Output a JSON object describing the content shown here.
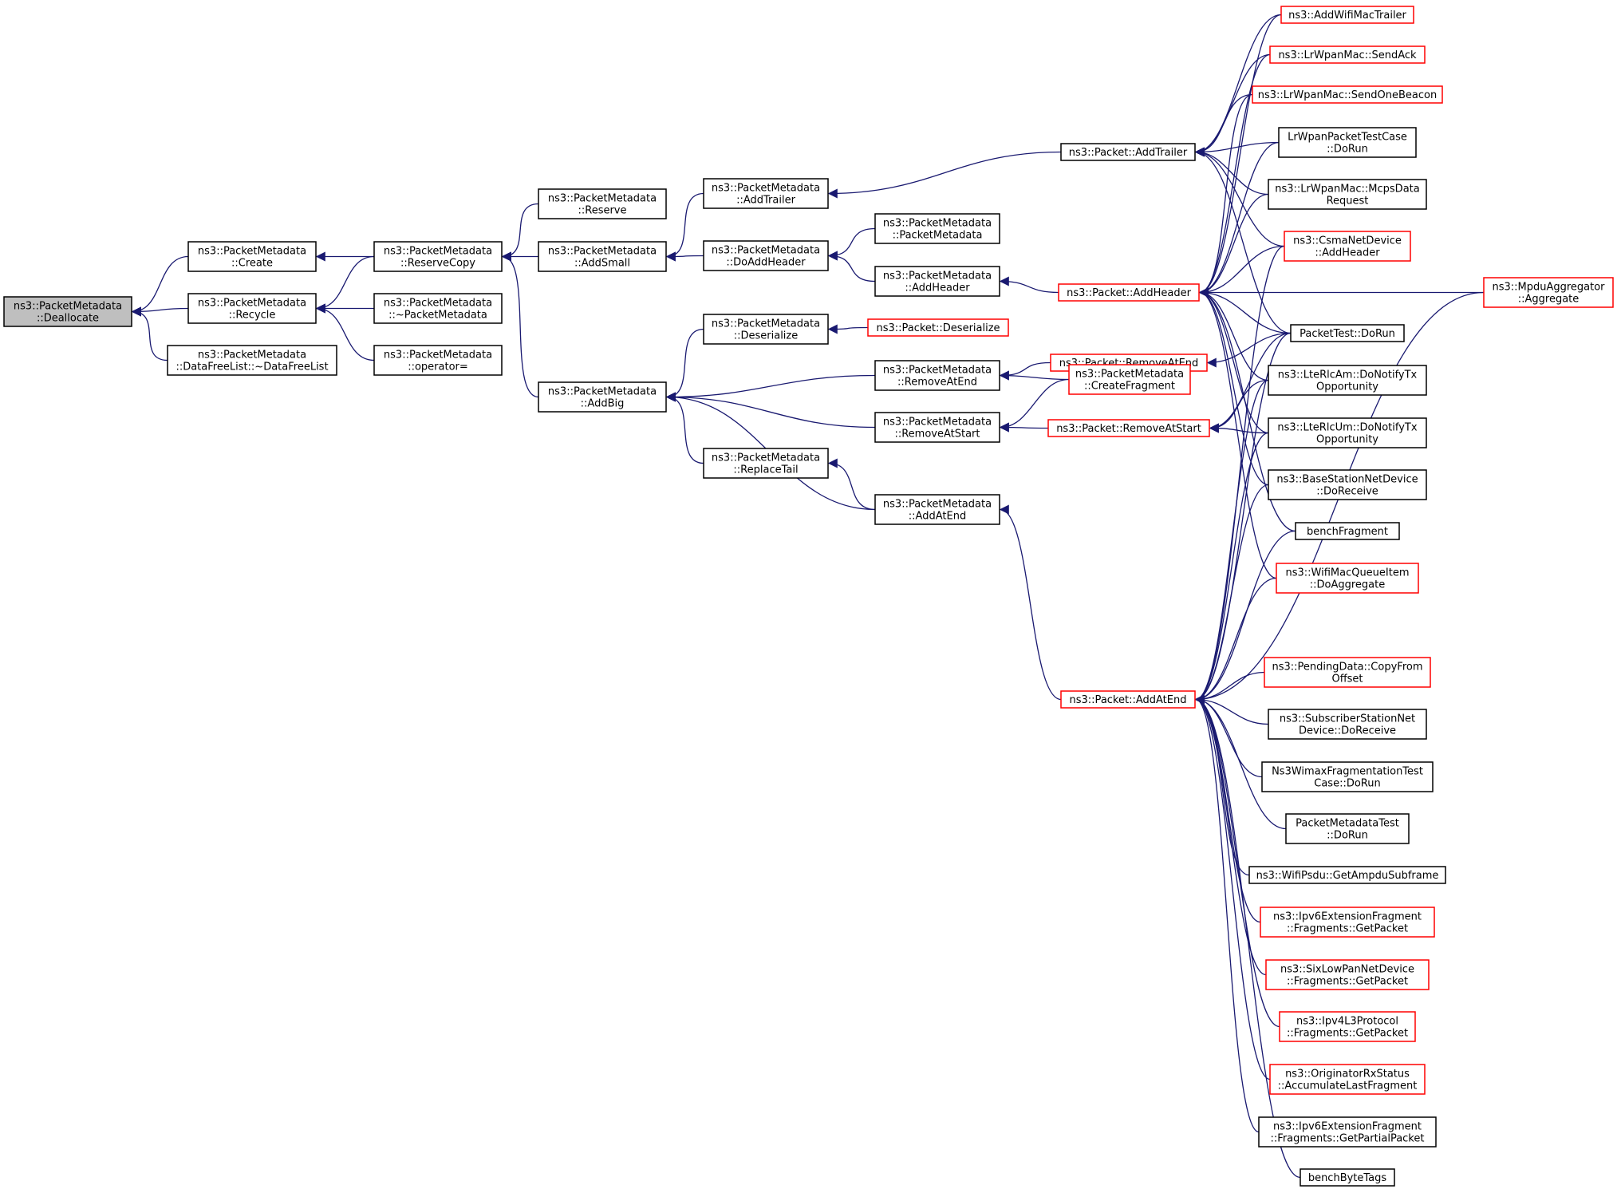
{
  "colors": {
    "edge": "#191970",
    "node_border_normal": "#000000",
    "node_border_truncated": "#ff0000",
    "node_fill_focus": "#bfbfbf",
    "node_fill": "#ffffff"
  },
  "nodes": [
    {
      "id": "deallocate",
      "lines": [
        "ns3::PacketMetadata",
        "::Deallocate"
      ],
      "style": "focus"
    },
    {
      "id": "create",
      "lines": [
        "ns3::PacketMetadata",
        "::Create"
      ],
      "style": "normal"
    },
    {
      "id": "recycle",
      "lines": [
        "ns3::PacketMetadata",
        "::Recycle"
      ],
      "style": "normal"
    },
    {
      "id": "dfl",
      "lines": [
        "ns3::PacketMetadata",
        "::DataFreeList::~DataFreeList"
      ],
      "style": "normal"
    },
    {
      "id": "reservecopy",
      "lines": [
        "ns3::PacketMetadata",
        "::ReserveCopy"
      ],
      "style": "normal"
    },
    {
      "id": "dtor",
      "lines": [
        "ns3::PacketMetadata",
        "::~PacketMetadata"
      ],
      "style": "normal"
    },
    {
      "id": "opassign",
      "lines": [
        "ns3::PacketMetadata",
        "::operator="
      ],
      "style": "normal"
    },
    {
      "id": "reserve",
      "lines": [
        "ns3::PacketMetadata",
        "::Reserve"
      ],
      "style": "normal"
    },
    {
      "id": "addsmall",
      "lines": [
        "ns3::PacketMetadata",
        "::AddSmall"
      ],
      "style": "normal"
    },
    {
      "id": "addbig",
      "lines": [
        "ns3::PacketMetadata",
        "::AddBig"
      ],
      "style": "normal"
    },
    {
      "id": "addtrailer",
      "lines": [
        "ns3::PacketMetadata",
        "::AddTrailer"
      ],
      "style": "normal"
    },
    {
      "id": "doaddheader",
      "lines": [
        "ns3::PacketMetadata",
        "::DoAddHeader"
      ],
      "style": "normal"
    },
    {
      "id": "deserialize",
      "lines": [
        "ns3::PacketMetadata",
        "::Deserialize"
      ],
      "style": "normal"
    },
    {
      "id": "replacetail",
      "lines": [
        "ns3::PacketMetadata",
        "::ReplaceTail"
      ],
      "style": "normal"
    },
    {
      "id": "pmctor",
      "lines": [
        "ns3::PacketMetadata",
        "::PacketMetadata"
      ],
      "style": "normal"
    },
    {
      "id": "pmaddheader",
      "lines": [
        "ns3::PacketMetadata",
        "::AddHeader"
      ],
      "style": "normal"
    },
    {
      "id": "pkdeser",
      "lines": [
        "ns3::Packet::Deserialize"
      ],
      "style": "truncated"
    },
    {
      "id": "rmend",
      "lines": [
        "ns3::PacketMetadata",
        "::RemoveAtEnd"
      ],
      "style": "normal"
    },
    {
      "id": "rmstart",
      "lines": [
        "ns3::PacketMetadata",
        "::RemoveAtStart"
      ],
      "style": "normal"
    },
    {
      "id": "pmaddatend",
      "lines": [
        "ns3::PacketMetadata",
        "::AddAtEnd"
      ],
      "style": "normal"
    },
    {
      "id": "pkaddtrailer",
      "lines": [
        "ns3::Packet::AddTrailer"
      ],
      "style": "normal"
    },
    {
      "id": "pkaddheader",
      "lines": [
        "ns3::Packet::AddHeader"
      ],
      "style": "truncated"
    },
    {
      "id": "pkrmend",
      "lines": [
        "ns3::Packet::RemoveAtEnd"
      ],
      "style": "truncated"
    },
    {
      "id": "createfrag",
      "lines": [
        "ns3::PacketMetadata",
        "::CreateFragment"
      ],
      "style": "truncated"
    },
    {
      "id": "pkrmstart",
      "lines": [
        "ns3::Packet::RemoveAtStart"
      ],
      "style": "truncated"
    },
    {
      "id": "pkaddatend",
      "lines": [
        "ns3::Packet::AddAtEnd"
      ],
      "style": "truncated"
    },
    {
      "id": "addwifitrailer",
      "lines": [
        "ns3::AddWifiMacTrailer"
      ],
      "style": "truncated"
    },
    {
      "id": "sendack",
      "lines": [
        "ns3::LrWpanMac::SendAck"
      ],
      "style": "truncated"
    },
    {
      "id": "sendbeacon",
      "lines": [
        "ns3::LrWpanMac::SendOneBeacon"
      ],
      "style": "truncated"
    },
    {
      "id": "lrwpantest",
      "lines": [
        "LrWpanPacketTestCase",
        "::DoRun"
      ],
      "style": "normal"
    },
    {
      "id": "mcps",
      "lines": [
        "ns3::LrWpanMac::McpsData",
        "Request"
      ],
      "style": "normal"
    },
    {
      "id": "csma",
      "lines": [
        "ns3::CsmaNetDevice",
        "::AddHeader"
      ],
      "style": "truncated"
    },
    {
      "id": "packettest",
      "lines": [
        "PacketTest::DoRun"
      ],
      "style": "normal"
    },
    {
      "id": "rlcam",
      "lines": [
        "ns3::LteRlcAm::DoNotifyTx",
        "Opportunity"
      ],
      "style": "normal"
    },
    {
      "id": "rlcum",
      "lines": [
        "ns3::LteRlcUm::DoNotifyTx",
        "Opportunity"
      ],
      "style": "normal"
    },
    {
      "id": "bsnet",
      "lines": [
        "ns3::BaseStationNetDevice",
        "::DoReceive"
      ],
      "style": "normal"
    },
    {
      "id": "benchfrag",
      "lines": [
        "benchFragment"
      ],
      "style": "normal"
    },
    {
      "id": "wifiqueue",
      "lines": [
        "ns3::WifiMacQueueItem",
        "::DoAggregate"
      ],
      "style": "truncated"
    },
    {
      "id": "mpdu",
      "lines": [
        "ns3::MpduAggregator",
        "::Aggregate"
      ],
      "style": "truncated"
    },
    {
      "id": "pending",
      "lines": [
        "ns3::PendingData::CopyFrom",
        "Offset"
      ],
      "style": "truncated"
    },
    {
      "id": "subscriber",
      "lines": [
        "ns3::SubscriberStationNet",
        "Device::DoReceive"
      ],
      "style": "normal"
    },
    {
      "id": "wimaxfrag",
      "lines": [
        "Ns3WimaxFragmentationTest",
        "Case::DoRun"
      ],
      "style": "normal"
    },
    {
      "id": "pmtest",
      "lines": [
        "PacketMetadataTest",
        "::DoRun"
      ],
      "style": "normal"
    },
    {
      "id": "wifipsdu",
      "lines": [
        "ns3::WifiPsdu::GetAmpduSubframe"
      ],
      "style": "normal"
    },
    {
      "id": "ipv6frag",
      "lines": [
        "ns3::Ipv6ExtensionFragment",
        "::Fragments::GetPacket"
      ],
      "style": "truncated"
    },
    {
      "id": "sixlowpan",
      "lines": [
        "ns3::SixLowPanNetDevice",
        "::Fragments::GetPacket"
      ],
      "style": "truncated"
    },
    {
      "id": "ipv4l3",
      "lines": [
        "ns3::Ipv4L3Protocol",
        "::Fragments::GetPacket"
      ],
      "style": "truncated"
    },
    {
      "id": "originator",
      "lines": [
        "ns3::OriginatorRxStatus",
        "::AccumulateLastFragment"
      ],
      "style": "truncated"
    },
    {
      "id": "ipv6partial",
      "lines": [
        "ns3::Ipv6ExtensionFragment",
        "::Fragments::GetPartialPacket"
      ],
      "style": "normal"
    },
    {
      "id": "benchbyte",
      "lines": [
        "benchByteTags"
      ],
      "style": "normal"
    }
  ],
  "edges": [
    [
      "create",
      "deallocate"
    ],
    [
      "recycle",
      "deallocate"
    ],
    [
      "dfl",
      "deallocate"
    ],
    [
      "reservecopy",
      "create"
    ],
    [
      "reservecopy",
      "recycle"
    ],
    [
      "dtor",
      "recycle"
    ],
    [
      "opassign",
      "recycle"
    ],
    [
      "reserve",
      "reservecopy"
    ],
    [
      "addsmall",
      "reservecopy"
    ],
    [
      "addbig",
      "reservecopy"
    ],
    [
      "addtrailer",
      "addsmall"
    ],
    [
      "doaddheader",
      "addsmall"
    ],
    [
      "deserialize",
      "addbig"
    ],
    [
      "rmend",
      "addbig"
    ],
    [
      "rmstart",
      "addbig"
    ],
    [
      "replacetail",
      "addbig"
    ],
    [
      "pmaddatend",
      "addbig"
    ],
    [
      "pkaddtrailer",
      "addtrailer"
    ],
    [
      "pmctor",
      "doaddheader"
    ],
    [
      "pmaddheader",
      "doaddheader"
    ],
    [
      "pkdeser",
      "deserialize"
    ],
    [
      "pkrmend",
      "rmend"
    ],
    [
      "createfrag",
      "rmend"
    ],
    [
      "pkrmstart",
      "rmstart"
    ],
    [
      "createfrag",
      "rmstart"
    ],
    [
      "pmaddatend",
      "replacetail"
    ],
    [
      "pkaddatend",
      "pmaddatend"
    ],
    [
      "pkaddheader",
      "pmaddheader"
    ],
    [
      "addwifitrailer",
      "pkaddtrailer"
    ],
    [
      "sendack",
      "pkaddtrailer"
    ],
    [
      "sendbeacon",
      "pkaddtrailer"
    ],
    [
      "lrwpantest",
      "pkaddtrailer"
    ],
    [
      "mcps",
      "pkaddtrailer"
    ],
    [
      "csma",
      "pkaddtrailer"
    ],
    [
      "packettest",
      "pkaddtrailer"
    ],
    [
      "addwifitrailer",
      "pkaddheader"
    ],
    [
      "sendack",
      "pkaddheader"
    ],
    [
      "sendbeacon",
      "pkaddheader"
    ],
    [
      "lrwpantest",
      "pkaddheader"
    ],
    [
      "mcps",
      "pkaddheader"
    ],
    [
      "csma",
      "pkaddheader"
    ],
    [
      "mpdu",
      "pkaddheader"
    ],
    [
      "packettest",
      "pkaddheader"
    ],
    [
      "rlcam",
      "pkaddheader"
    ],
    [
      "rlcum",
      "pkaddheader"
    ],
    [
      "bsnet",
      "pkaddheader"
    ],
    [
      "benchfrag",
      "pkaddheader"
    ],
    [
      "wifiqueue",
      "pkaddheader"
    ],
    [
      "packettest",
      "pkrmend"
    ],
    [
      "packettest",
      "pkrmstart"
    ],
    [
      "rlcam",
      "pkrmstart"
    ],
    [
      "rlcum",
      "pkrmstart"
    ],
    [
      "csma",
      "pkaddatend"
    ],
    [
      "packettest",
      "pkaddatend"
    ],
    [
      "rlcam",
      "pkaddatend"
    ],
    [
      "rlcum",
      "pkaddatend"
    ],
    [
      "bsnet",
      "pkaddatend"
    ],
    [
      "benchfrag",
      "pkaddatend"
    ],
    [
      "wifiqueue",
      "pkaddatend"
    ],
    [
      "mpdu",
      "pkaddatend"
    ],
    [
      "pending",
      "pkaddatend"
    ],
    [
      "subscriber",
      "pkaddatend"
    ],
    [
      "wimaxfrag",
      "pkaddatend"
    ],
    [
      "pmtest",
      "pkaddatend"
    ],
    [
      "wifipsdu",
      "pkaddatend"
    ],
    [
      "ipv6frag",
      "pkaddatend"
    ],
    [
      "sixlowpan",
      "pkaddatend"
    ],
    [
      "ipv4l3",
      "pkaddatend"
    ],
    [
      "originator",
      "pkaddatend"
    ],
    [
      "ipv6partial",
      "pkaddatend"
    ],
    [
      "benchbyte",
      "pkaddatend"
    ]
  ]
}
